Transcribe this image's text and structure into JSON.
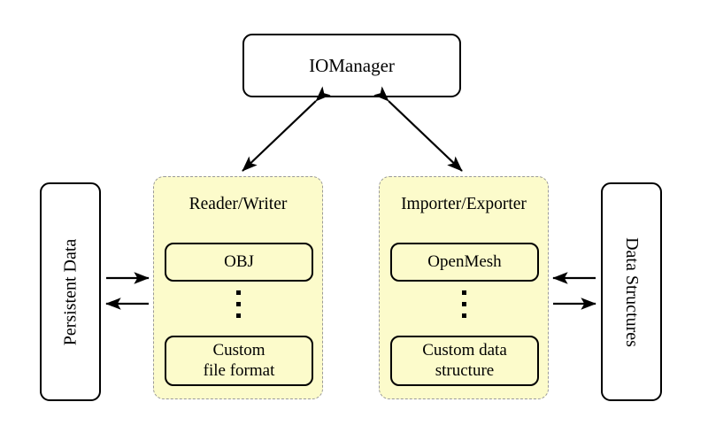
{
  "diagram": {
    "title_node": {
      "label": "IOManager"
    },
    "left_store": {
      "label": "Persistent Data"
    },
    "right_store": {
      "label": "Data Structures"
    },
    "groups": [
      {
        "id": "reader-writer",
        "title": "Reader/Writer",
        "top_item": "OBJ",
        "ellipsis": "⋮",
        "bottom_item_line1": "Custom",
        "bottom_item_line2": "file format"
      },
      {
        "id": "importer-exporter",
        "title": "Importer/Exporter",
        "top_item": "OpenMesh",
        "ellipsis": "⋮",
        "bottom_item_line1": "Custom data",
        "bottom_item_line2": "structure"
      }
    ],
    "connections": [
      {
        "name": "iomanager-to-reader-writer",
        "style": "double-headed",
        "direction": "diagonal-left"
      },
      {
        "name": "iomanager-to-importer-exporter",
        "style": "double-headed",
        "direction": "diagonal-right"
      },
      {
        "name": "persistent-data-to-reader-writer",
        "style": "single-headed",
        "direction": "right"
      },
      {
        "name": "reader-writer-to-persistent-data",
        "style": "single-headed",
        "direction": "left"
      },
      {
        "name": "data-structures-to-importer-exporter",
        "style": "single-headed",
        "direction": "left"
      },
      {
        "name": "importer-exporter-to-data-structures",
        "style": "single-headed",
        "direction": "right"
      }
    ],
    "colors": {
      "group_fill": "#fcfbcb",
      "group_border": "#9a9a9a",
      "node_border": "#000000",
      "background": "#ffffff"
    }
  }
}
